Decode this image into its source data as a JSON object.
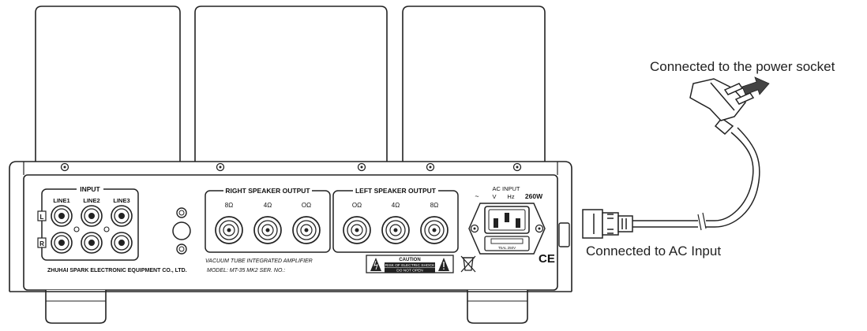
{
  "callouts": {
    "power_socket": "Connected to the power socket",
    "ac_input": "Connected to AC Input"
  },
  "panel": {
    "input_title": "INPUT",
    "line1": "LINE1",
    "line2": "LINE2",
    "line3": "LINE3",
    "channel_left": "L",
    "channel_right": "R",
    "right_speaker_title": "RIGHT SPEAKER OUTPUT",
    "left_speaker_title": "LEFT SPEAKER OUTPUT",
    "imp_8": "8Ω",
    "imp_4": "4Ω",
    "imp_0": "OΩ",
    "ac_input_title": "AC INPUT",
    "ac_tilde": "~",
    "ac_v": "V",
    "ac_hz": "Hz",
    "ac_watts": "260W",
    "fuse_text": "T5AL 250V",
    "product": "VACUUM TUBE INTEGRATED AMPLIFIER",
    "model": "MODEL: MT-35 MK2   SER. NO.:",
    "manufacturer": "ZHUHAI SPARK ELECTRONIC EQUIPMENT CO., LTD.",
    "caution_title": "CAUTION",
    "caution_line1": "RISK OF ELECTRIC SHOCK",
    "caution_line2": "DO NOT OPEN",
    "ce_mark": "CE"
  }
}
